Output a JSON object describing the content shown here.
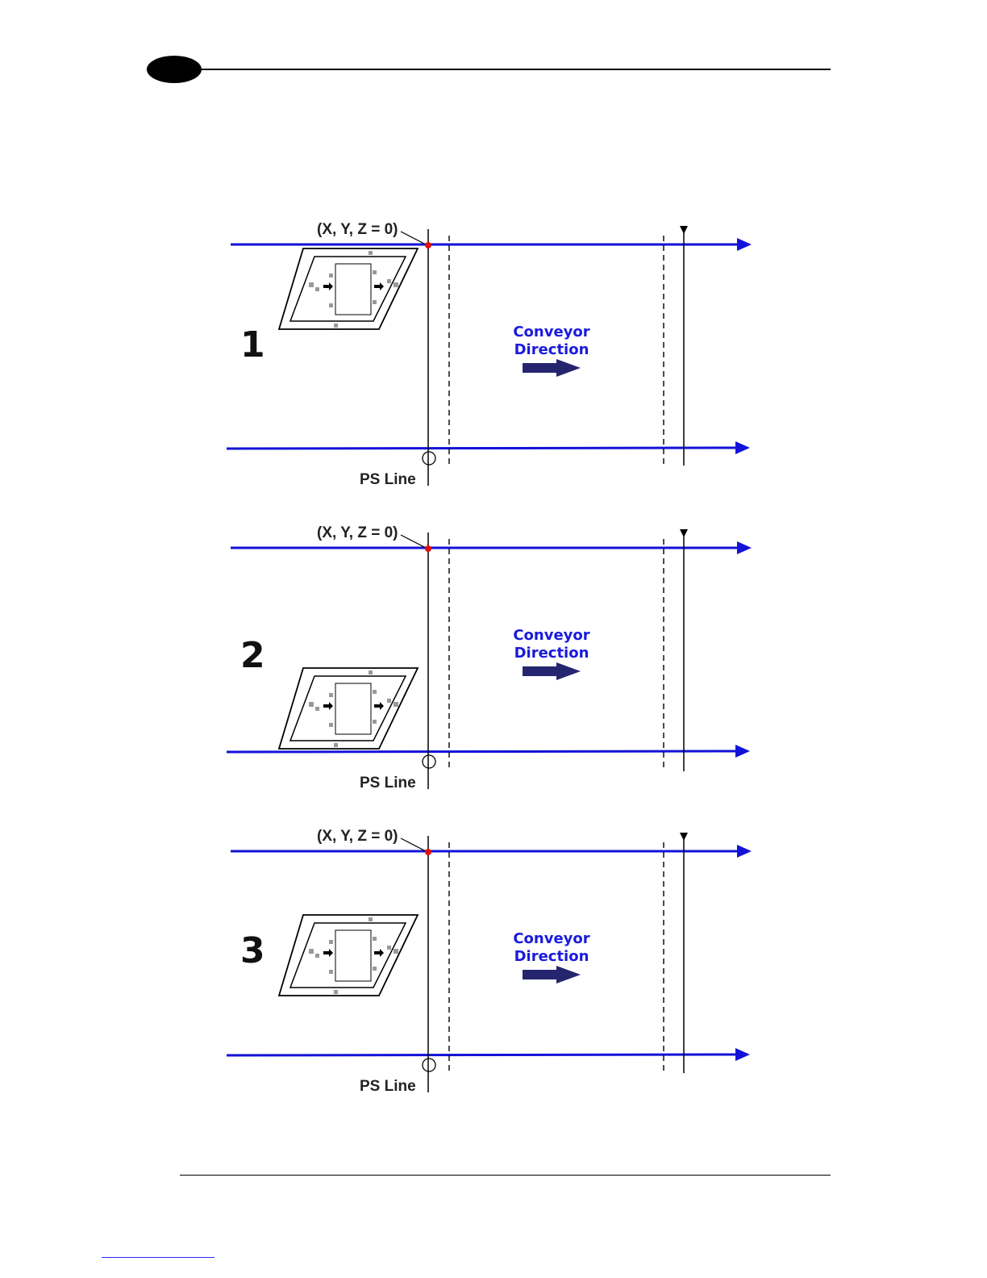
{
  "page": {
    "header_tab": "chapter-tab",
    "footer_link": "footer-link"
  },
  "colors": {
    "conveyor_edge": "#1212d8",
    "origin_dot": "#e01010",
    "direction_arrow": "#25256f",
    "label_blue": "#1a1adc"
  },
  "panels": [
    {
      "step": "1",
      "origin_label": "(X, Y, Z = 0)",
      "ps_label": "PS Line",
      "direction_line1": "Conveyor",
      "direction_line2": "Direction",
      "package_position": "top"
    },
    {
      "step": "2",
      "origin_label": "(X, Y, Z = 0)",
      "ps_label": "PS Line",
      "direction_line1": "Conveyor",
      "direction_line2": "Direction",
      "package_position": "bottom"
    },
    {
      "step": "3",
      "origin_label": "(X, Y, Z = 0)",
      "ps_label": "PS Line",
      "direction_line1": "Conveyor",
      "direction_line2": "Direction",
      "package_position": "middle"
    }
  ]
}
